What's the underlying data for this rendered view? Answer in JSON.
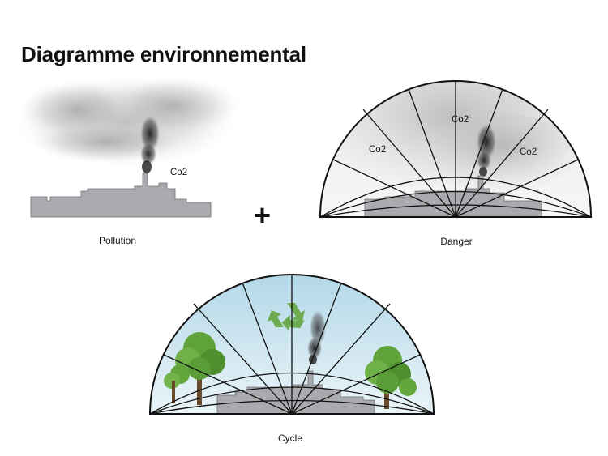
{
  "title": "Diagramme environnemental",
  "panels": {
    "pollution": {
      "caption": "Pollution",
      "gas_label": "Co2"
    },
    "danger": {
      "caption": "Danger",
      "gas_labels": [
        "Co2",
        "Co2",
        "Co2"
      ]
    },
    "cycle": {
      "caption": "Cycle",
      "symbol": "recycle-icon"
    }
  },
  "operator": "+",
  "colors": {
    "factory": "#a9abae",
    "smoke": "#3a3a3a",
    "danger_sky": "#dcdcdc",
    "cycle_sky": "#bcdbe8",
    "tree": "#5fa23a",
    "recycle": "#6eaa4f"
  }
}
